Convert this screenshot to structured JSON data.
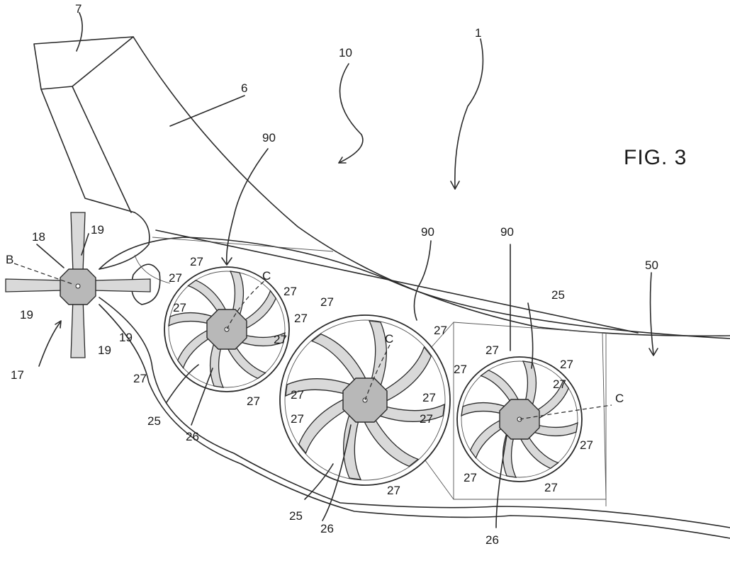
{
  "figure": {
    "title": "FIG. 3",
    "labels": {
      "l1": "1",
      "l6": "6",
      "l7": "7",
      "l10": "10",
      "l17": "17",
      "l18": "18",
      "l19a": "19",
      "l19b": "19",
      "l19c": "19",
      "l19d": "19",
      "lB": "B",
      "l90a": "90",
      "l90b": "90",
      "l90c": "90",
      "l50": "50",
      "l25a": "25",
      "l25b": "25",
      "l25c": "25",
      "l26a": "26",
      "l26b": "26",
      "l26c": "26",
      "lCa": "C",
      "lCb": "C",
      "lCc": "C",
      "l27": "27"
    }
  }
}
